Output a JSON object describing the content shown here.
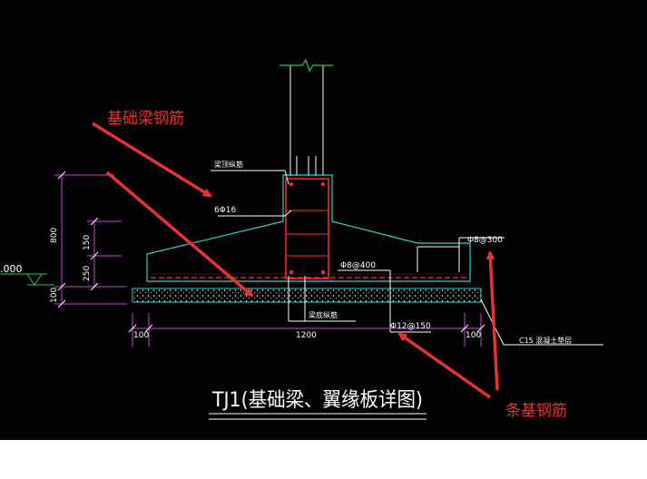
{
  "drawing": {
    "title": "TJ1(基础梁、翼缘板详图)",
    "callouts": {
      "beam_rebar": "基础梁钢筋",
      "strip_rebar": "条基钢筋"
    },
    "labels": {
      "beam_top_rebar": "梁顶纵筋",
      "beam_bottom_rebar": "梁底纵筋",
      "side_bars": "6Φ16",
      "stirrup": "Φ8@400",
      "distribution_bar": "Φ8@300",
      "main_bar": "Φ12@150",
      "cushion": "C15 混凝土垫层",
      "level": ".000"
    },
    "dimensions": {
      "height_total": "800",
      "height_upper": "150",
      "height_lower": "250",
      "cushion_thickness": "100",
      "width_left": "100",
      "width_main": "1200",
      "width_right": "100"
    },
    "colors": {
      "background": "#000000",
      "concrete_outline": "#22d3d3",
      "rebar": "#ff2a2a",
      "dimension": "#d040e0",
      "leader": "#ffffff",
      "annotation_red": "#e8322e",
      "break_line": "#22c55e"
    }
  }
}
